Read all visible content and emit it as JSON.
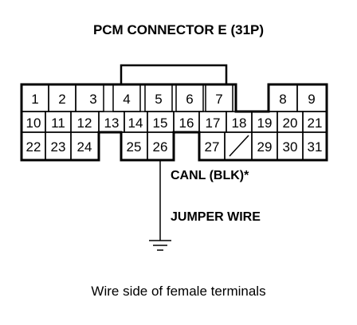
{
  "title": "PCM CONNECTOR E (31P)",
  "caption": "Wire side of female terminals",
  "labels": {
    "wire_color": "CANL (BLK)*",
    "jumper": "JUMPER WIRE"
  },
  "connector": {
    "row1": [
      "1",
      "2",
      "3",
      "4",
      "5",
      "6",
      "7",
      "8",
      "9"
    ],
    "row2": [
      "10",
      "11",
      "12",
      "13",
      "14",
      "15",
      "16",
      "17",
      "18",
      "19",
      "20",
      "21"
    ],
    "row3": [
      "22",
      "23",
      "24",
      "25",
      "26",
      "27",
      "29",
      "30",
      "31"
    ]
  }
}
